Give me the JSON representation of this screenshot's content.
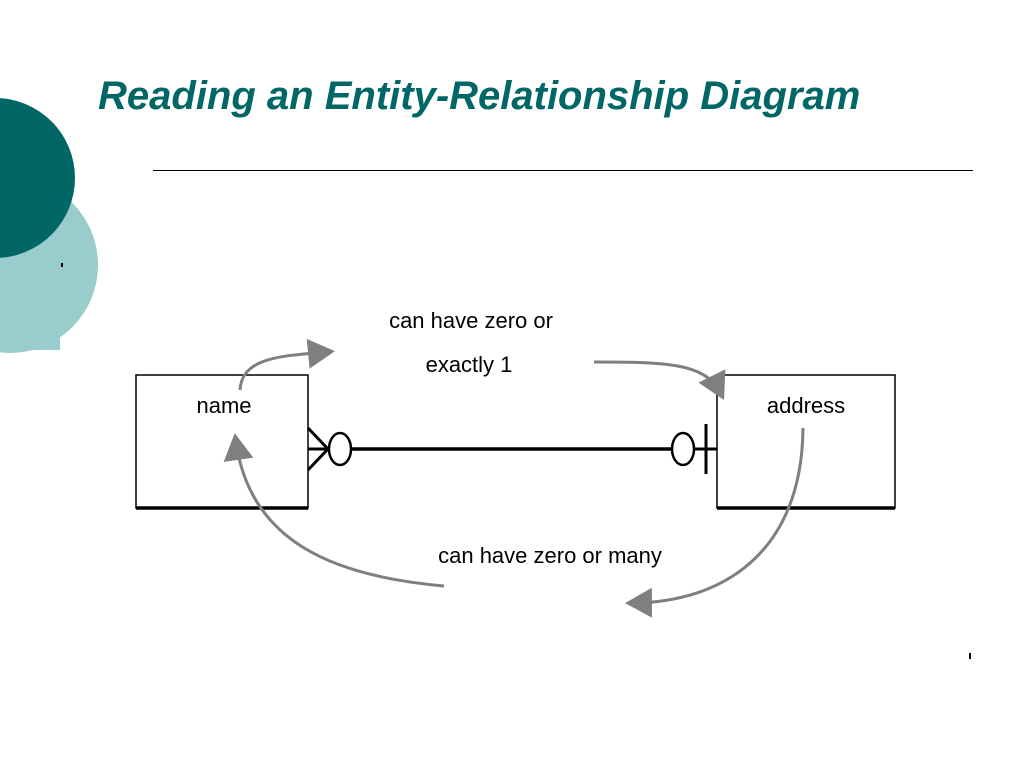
{
  "slide": {
    "title": "Reading an Entity-Relationship Diagram",
    "title_color": "#006666",
    "accent_dark": "#006666",
    "accent_light": "#99cccc"
  },
  "diagram": {
    "entities": [
      {
        "id": "name",
        "label": "name"
      },
      {
        "id": "address",
        "label": "address"
      }
    ],
    "relationship": {
      "from": "name",
      "to": "address",
      "from_end_notation": "crow-foot-with-circle",
      "to_end_notation": "circle-with-bar"
    },
    "annotations": {
      "top_line1": "can have zero or",
      "top_line2": "exactly 1",
      "bottom": "can have zero or many"
    },
    "arrow_color": "#7f7f7f"
  }
}
